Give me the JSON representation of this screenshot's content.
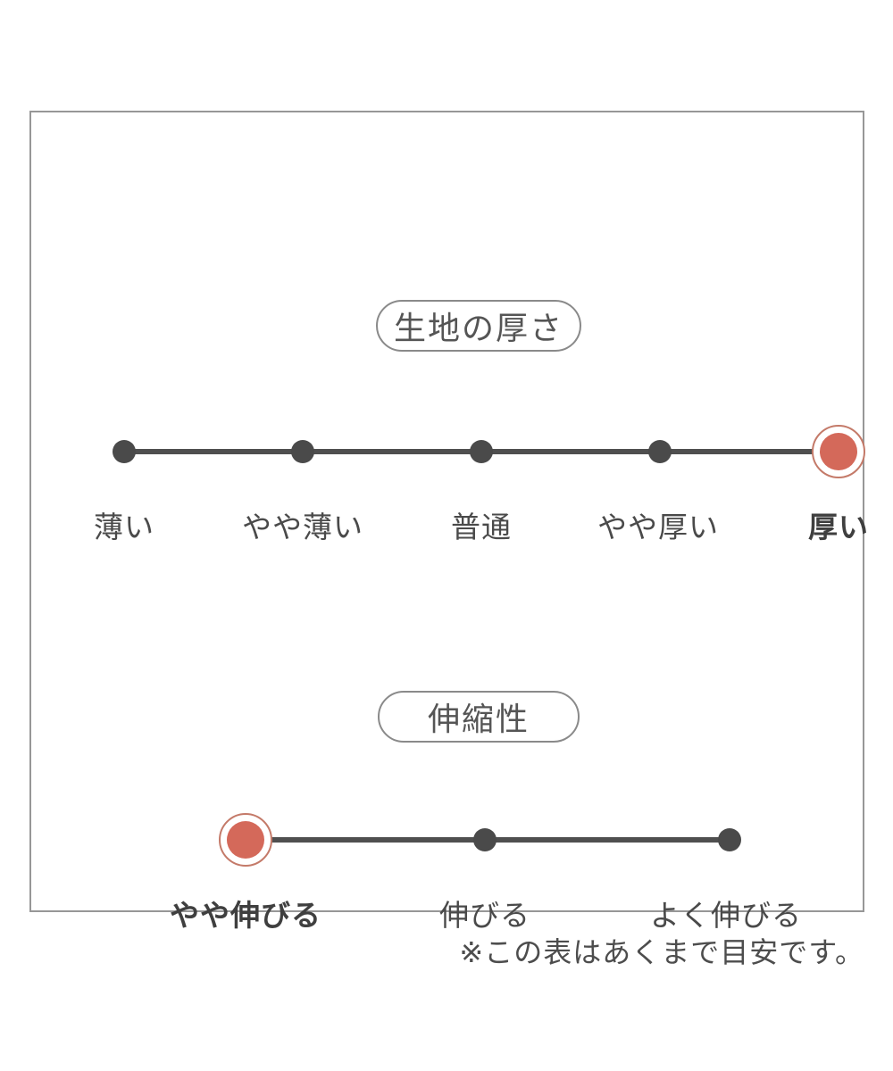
{
  "panel": {
    "sections": [
      {
        "title": "生地の厚さ",
        "levels": [
          "薄い",
          "やや薄い",
          "普通",
          "やや厚い",
          "厚い"
        ],
        "selected_index": 4,
        "selected_label": "厚い"
      },
      {
        "title": "伸縮性",
        "levels": [
          "やや伸びる",
          "伸びる",
          "よく伸びる"
        ],
        "selected_index": 0,
        "selected_label": "やや伸びる"
      }
    ],
    "footnote": "※この表はあくまで目安です。"
  },
  "colors": {
    "accent_dot": "#d4695a",
    "accent_ring": "#c47a69",
    "track": "#4f4f4f",
    "dot": "#4a4a4a",
    "text": "#4a4a4a",
    "pill_border": "#8a8a8a",
    "panel_border": "#979797"
  }
}
